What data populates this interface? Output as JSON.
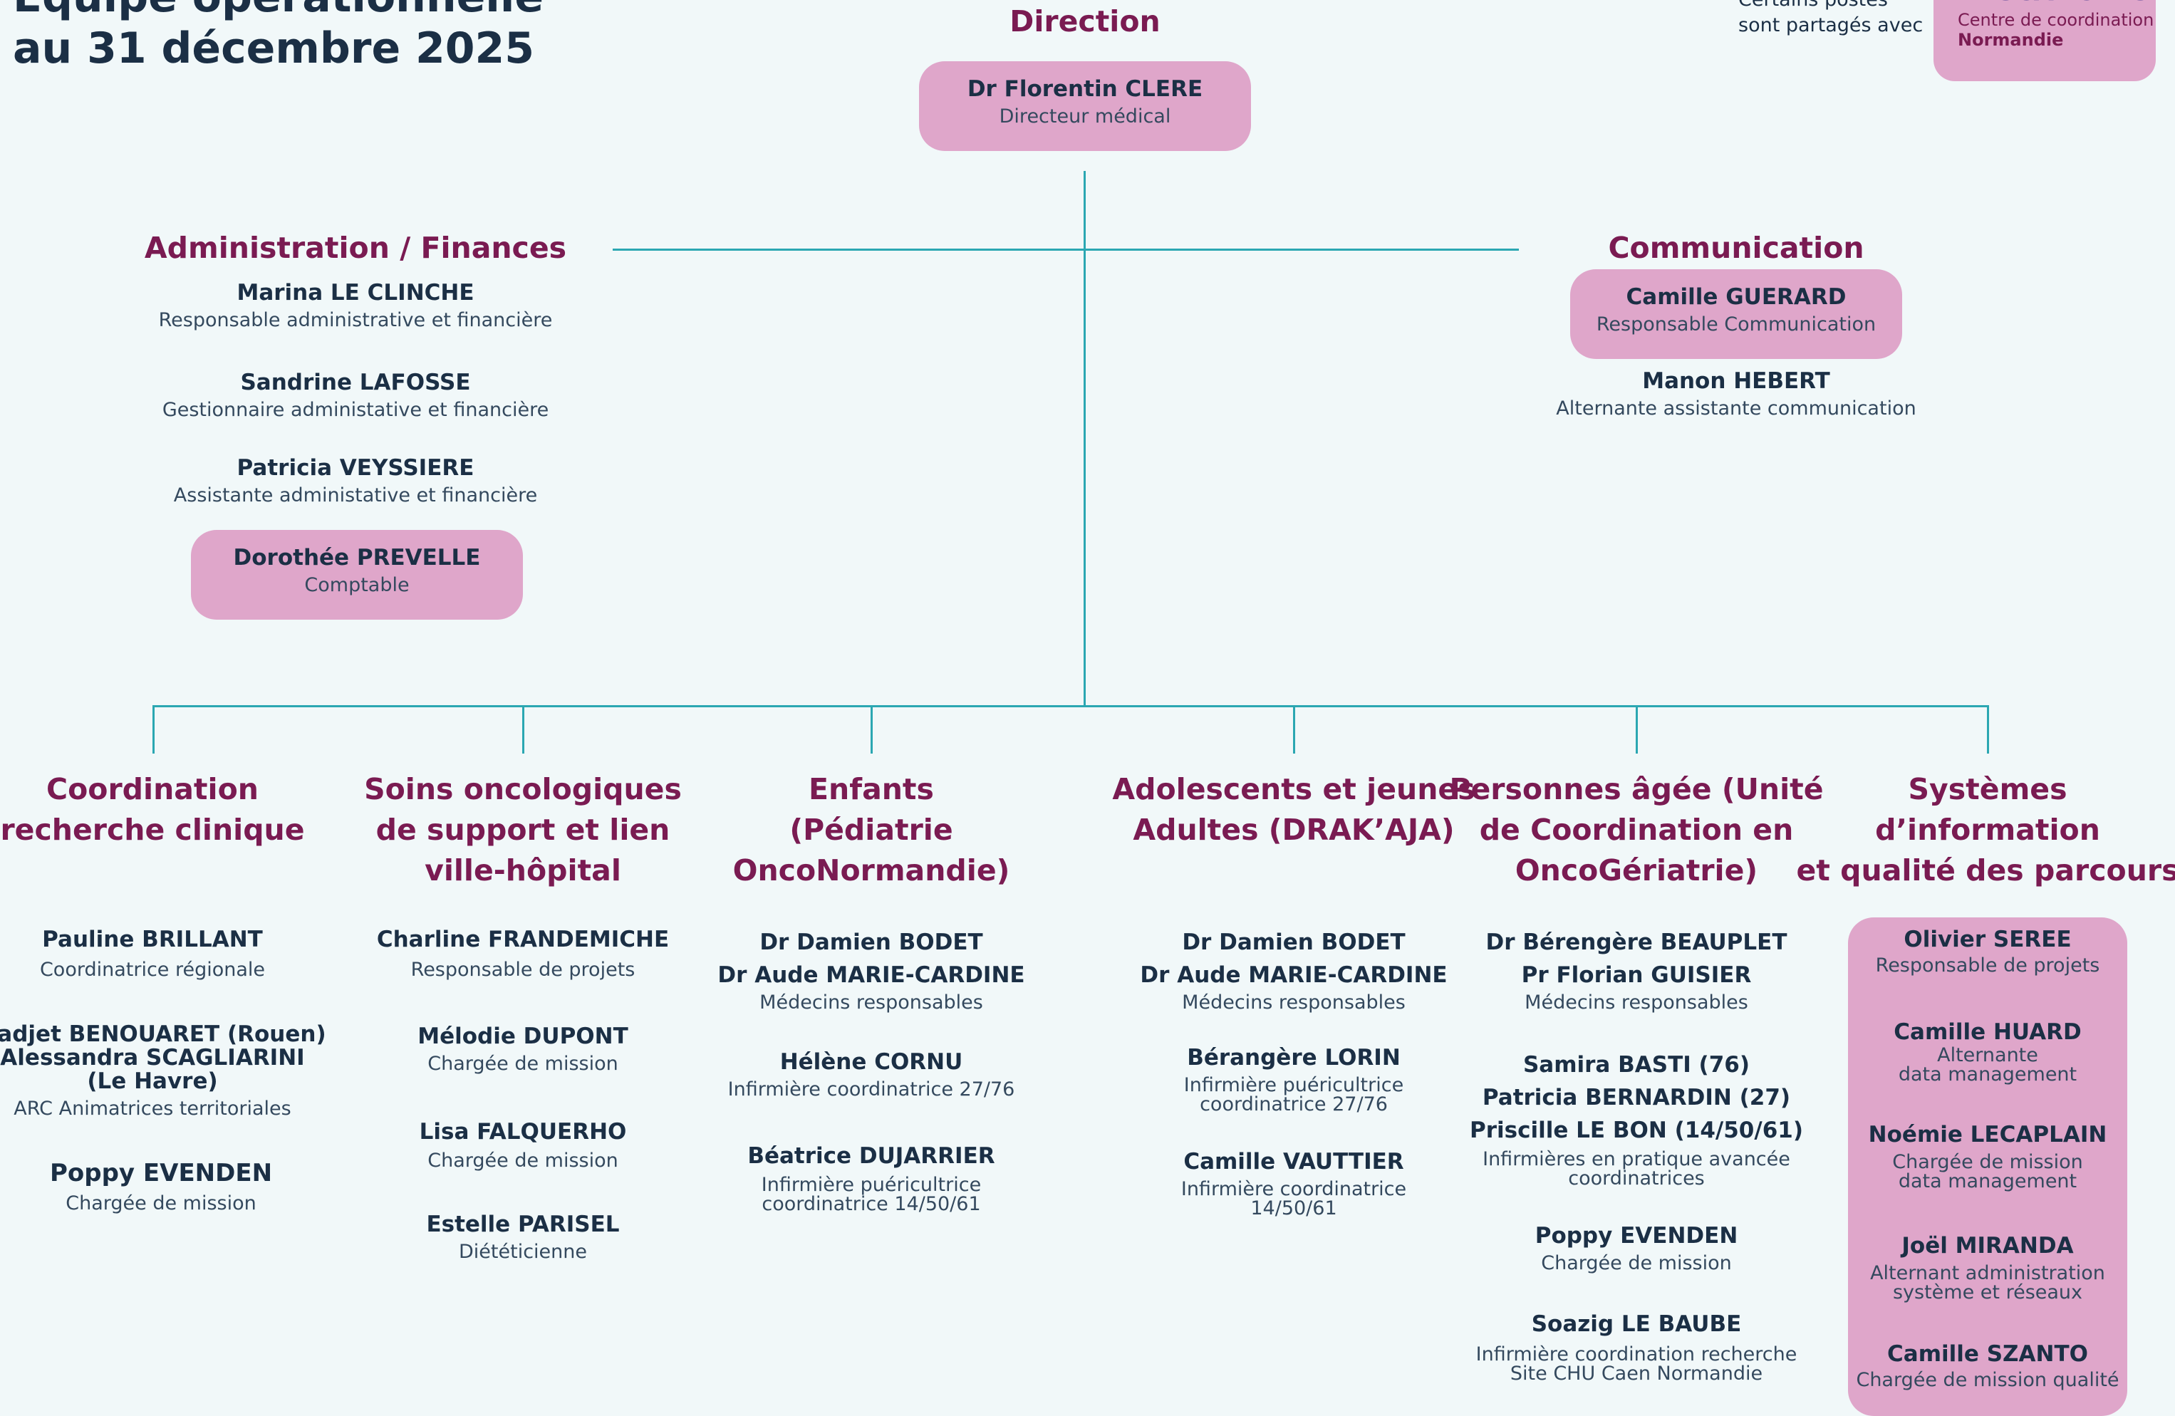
{
  "page": {
    "title_line1": "Équipe opérationnelle",
    "title_line2": "au 31 décembre 2025"
  },
  "shared_note": {
    "line1": "Certains postes",
    "line2": "sont partagés avec"
  },
  "logo": {
    "line1": "DESCANCERS",
    "line2": "Centre de coordination",
    "line3": "Normandie"
  },
  "direction": {
    "heading": "Direction",
    "name": "Dr Florentin CLERE",
    "role": "Directeur médical"
  },
  "admin": {
    "heading": "Administration / Finances",
    "people": [
      {
        "name": "Marina LE CLINCHE",
        "role": "Responsable administrative et financière"
      },
      {
        "name": "Sandrine LAFOSSE",
        "role": "Gestionnaire administative et financière"
      },
      {
        "name": "Patricia VEYSSIERE",
        "role": "Assistante administative et financière"
      },
      {
        "name": "Dorothée PREVELLE",
        "role": "Comptable"
      }
    ]
  },
  "communication": {
    "heading": "Communication",
    "people": [
      {
        "name": "Camille GUERARD",
        "role": "Responsable Communication"
      },
      {
        "name": "Manon HEBERT",
        "role": "Alternante assistante communication"
      }
    ]
  },
  "columns": [
    {
      "heading": [
        "Coordination",
        "recherche clinique"
      ],
      "entries": [
        {
          "name": "Pauline BRILLANT",
          "role": "Coordinatrice régionale"
        },
        {
          "names": [
            "Nadjet BENOUARET (Rouen)",
            "Alessandra SCAGLIARINI",
            "(Le Havre)"
          ],
          "role": "ARC Animatrices territoriales"
        },
        {
          "name": "Poppy EVENDEN",
          "role": "Chargée de mission"
        }
      ]
    },
    {
      "heading": [
        "Soins oncologiques",
        "de support et lien",
        "ville-hôpital"
      ],
      "entries": [
        {
          "name": "Charline FRANDEMICHE",
          "role": "Responsable de projets"
        },
        {
          "name": "Mélodie DUPONT",
          "role": "Chargée de mission"
        },
        {
          "name": "Lisa FALQUERHO",
          "role": "Chargée de mission"
        },
        {
          "name": "Estelle PARISEL",
          "role": "Diététicienne"
        }
      ]
    },
    {
      "heading": [
        "Enfants",
        "(Pédiatrie",
        "OncoNormandie)"
      ],
      "entries": [
        {
          "names": [
            "Dr Damien BODET",
            "Dr Aude MARIE-CARDINE"
          ],
          "role": "Médecins responsables"
        },
        {
          "name": "Hélène CORNU",
          "role": "Infirmière coordinatrice 27/76"
        },
        {
          "name": "Béatrice DUJARRIER",
          "roles": [
            "Infirmière puéricultrice",
            "coordinatrice 14/50/61"
          ]
        }
      ]
    },
    {
      "heading": [
        "Adolescents et jeunes",
        "Adultes (DRAK’AJA)"
      ],
      "entries": [
        {
          "names": [
            "Dr Damien BODET",
            "Dr Aude MARIE-CARDINE"
          ],
          "role": "Médecins responsables"
        },
        {
          "name": "Bérangère LORIN",
          "roles": [
            "Infirmière puéricultrice",
            "coordinatrice 27/76"
          ]
        },
        {
          "name": "Camille VAUTTIER",
          "roles": [
            "Infirmière coordinatrice",
            "14/50/61"
          ]
        }
      ]
    },
    {
      "heading": [
        "Personnes âgée (Unité",
        "de Coordination en",
        "OncoGériatrie)"
      ],
      "entries": [
        {
          "names": [
            "Dr Bérengère BEAUPLET",
            "Pr Florian GUISIER"
          ],
          "role": "Médecins responsables"
        },
        {
          "names": [
            "Samira BASTI (76)",
            "Patricia BERNARDIN (27)",
            "Priscille LE BON (14/50/61)"
          ],
          "roles": [
            "Infirmières en pratique avancée",
            "coordinatrices"
          ]
        },
        {
          "name": "Poppy EVENDEN",
          "role": "Chargée de mission"
        },
        {
          "name": "Soazig LE BAUBE",
          "roles": [
            "Infirmière coordination recherche",
            "Site CHU Caen Normandie"
          ]
        }
      ]
    },
    {
      "heading": [
        "Systèmes",
        "d’information",
        "et qualité des parcours"
      ],
      "entries": [
        {
          "name": "Olivier SEREE",
          "role": "Responsable de projets"
        },
        {
          "name": "Camille HUARD",
          "roles": [
            "Alternante",
            "data management"
          ]
        },
        {
          "name": "Noémie LECAPLAIN",
          "roles": [
            "Chargée de mission",
            "data management"
          ]
        },
        {
          "name": "Joël MIRANDA",
          "roles": [
            "Alternant administration",
            "système et réseaux"
          ]
        },
        {
          "name": "Camille SZANTO",
          "role": "Chargée de mission qualité"
        }
      ]
    }
  ],
  "colors": {
    "background": "#f1f8f9",
    "heading": "#7a1b52",
    "text": "#1b2f45",
    "highlight_box": "#dfa6ca",
    "connector": "#2ba7b2"
  }
}
